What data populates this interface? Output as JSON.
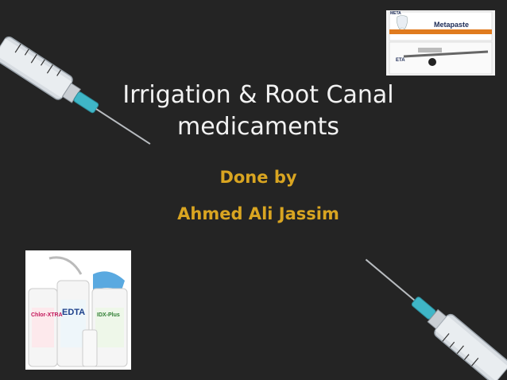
{
  "slide": {
    "title_line1": "Irrigation & Root Canal",
    "title_line2": "medicaments",
    "subtitle_line1": "Done by",
    "subtitle_line2": "Ahmed Ali Jassim"
  },
  "product_photo_top": {
    "brand": "META",
    "product": "Metapaste",
    "box_text": "ETA"
  },
  "product_photo_bottom": {
    "bottle1": "Chlor-XTRA",
    "bottle2": "EDTA",
    "bottle3": "IDX-Plus"
  },
  "colors": {
    "background": "#242424",
    "title": "#f2f2f2",
    "subtitle": "#d9a521"
  }
}
